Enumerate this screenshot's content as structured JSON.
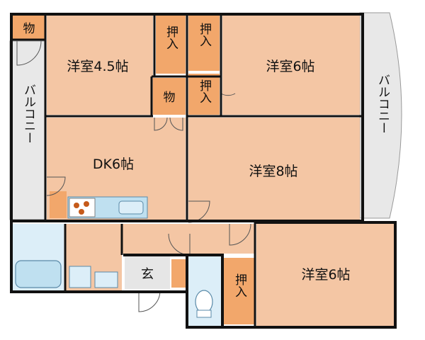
{
  "rooms": {
    "western_45": "洋室4.5帖",
    "western_6_top": "洋室6帖",
    "dk": "DK6帖",
    "western_8": "洋室8帖",
    "western_6_bottom": "洋室6帖",
    "entrance": "玄"
  },
  "closets": {
    "oshiire": "押入",
    "storage": "物"
  },
  "balcony": "バルコニー",
  "colors": {
    "floor_wood": "#f4c6a4",
    "closet": "#f2a76b",
    "wet_area": "#dceef8",
    "wall": "#111111",
    "balcony": "#e8e8e8",
    "kitchen_counter": "#bfe0f0",
    "stove": "#f08a3c"
  }
}
